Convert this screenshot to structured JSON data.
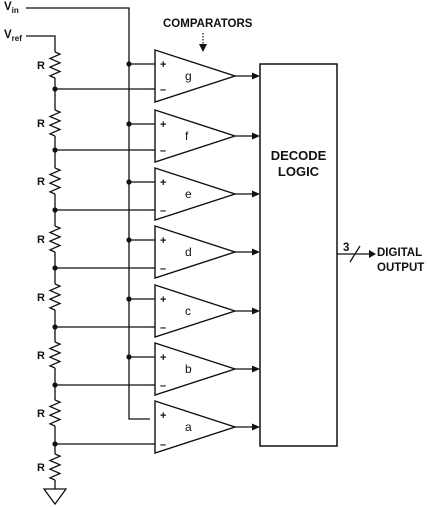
{
  "labels": {
    "vin_main": "V",
    "vin_sub": "in",
    "vref_main": "V",
    "vref_sub": "ref",
    "comparators": "COMPARATORS",
    "decode_line1": "DECODE",
    "decode_line2": "LOGIC",
    "output_count": "3",
    "output_line1": "DIGITAL",
    "output_line2": "OUTPUT",
    "plus": "+",
    "minus": "–"
  },
  "resistor_label": "R",
  "resistor_count": 8,
  "comparators": [
    "g",
    "f",
    "e",
    "d",
    "c",
    "b",
    "a"
  ]
}
